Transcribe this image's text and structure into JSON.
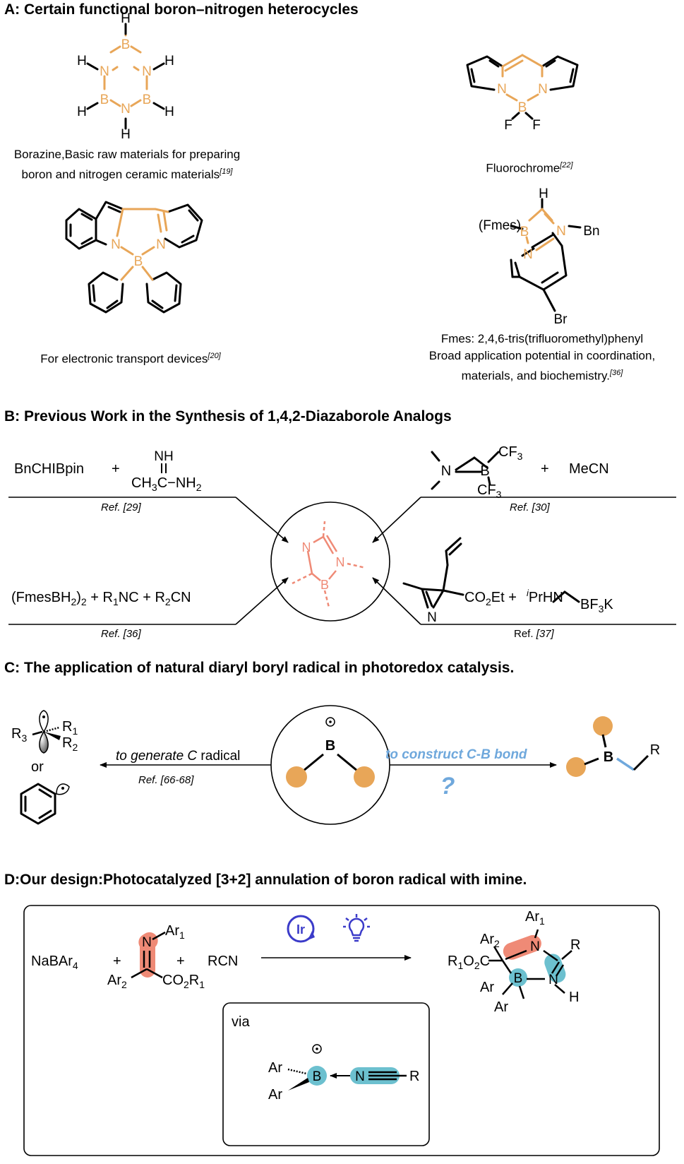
{
  "sections": {
    "a": {
      "title": "A: Certain functional boron–nitrogen heterocycles"
    },
    "b": {
      "title": "B: Previous Work in the Synthesis of  1,4,2-Diazaborole Analogs"
    },
    "c": {
      "title": "C: The application of natural diaryl boryl radical in photoredox catalysis."
    },
    "d": {
      "title": "D:Our design:Photocatalyzed [3+2] annulation of boron radical with imine."
    }
  },
  "a": {
    "borazine_caption_1": "Borazine,Basic raw materials for preparing",
    "borazine_caption_2": "boron and nitrogen ceramic materials",
    "borazine_ref": "[19]",
    "fluoro_caption": "Fluorochrome",
    "fluoro_ref": "[22]",
    "electronic_caption": "For electronic transport devices",
    "electronic_ref": "[20]",
    "fmes_caption_1": "Fmes: 2,4,6-tris(trifluoromethyl)phenyl",
    "fmes_caption_2": "Broad application potential in coordination,",
    "fmes_caption_3": "materials, and biochemistry.",
    "fmes_ref": "[36]",
    "atoms": {
      "H": "H",
      "N": "N",
      "B": "B",
      "F": "F",
      "Br": "Br",
      "Bn": "Bn",
      "Fmes": "(Fmes)"
    }
  },
  "b": {
    "r1_a": "BnCHIBpin",
    "plus": "+",
    "amidine_nh": "NH",
    "amidine_c": "CH",
    "amidine_sub3": "3",
    "amidine_c2": "C",
    "amidine_nh2": "NH",
    "amidine_sub2": "2",
    "ref29": "Ref. [29]",
    "cf3_top": "CF",
    "cf3_bot": "CF",
    "sub3": "3",
    "mecn": "MeCN",
    "ref30": "Ref. [30]",
    "fmesbh2": "(FmesBH",
    "fmesbh2_sub": "2",
    "fmesbh2_tail": ")",
    "fmesbh2_sub2": "2",
    "r1nc": "R",
    "r1nc_sub": "1",
    "r1nc_tail": "NC",
    "r2cn": "R",
    "r2cn_sub": "2",
    "r2cn_tail": "CN",
    "ref36": "Ref. [36]",
    "co2et": "CO",
    "co2et_sub": "2",
    "co2et_tail": "Et",
    "iprhn_sup": "i",
    "iprhn": "PrHN",
    "bf3k": "BF",
    "bf3k_sub": "3",
    "bf3k_tail": "K",
    "ref37_a": "Ref. ",
    "ref37_b": "[37]"
  },
  "c": {
    "r3": "R",
    "r3_sub": "3",
    "r1": "R",
    "r1_sub": "1",
    "r2": "R",
    "r2_sub": "2",
    "or": "or",
    "gen_a": "to generate C",
    "gen_b": " radical",
    "ref6668": "Ref. [66-68]",
    "construct": "to construct C-B bond",
    "question": "?",
    "b": "B",
    "r": "R"
  },
  "d": {
    "nabar4": "NaBAr",
    "nabar4_sub": "4",
    "plus": "+",
    "n": "N",
    "ar": "Ar",
    "sub1": "1",
    "sub2": "2",
    "co2r": "CO",
    "co2r_r": "R",
    "rcn": "RCN",
    "ir": "Ir",
    "r1o2c": "R",
    "o2c": "O",
    "c": "C",
    "b": "B",
    "h": "H",
    "r": "R",
    "via": "via"
  },
  "colors": {
    "orange": "#e8a658",
    "salmon": "#ef8a76",
    "blue": "#6fa8dc",
    "teal": "#6cc0cf",
    "indigo": "#3b3bc9"
  }
}
